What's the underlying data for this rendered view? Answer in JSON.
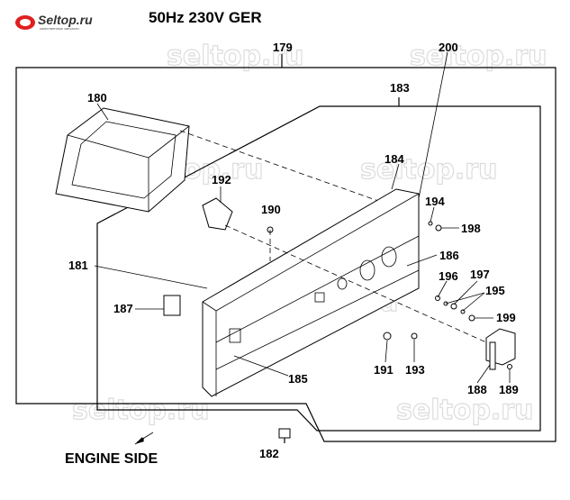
{
  "logo": {
    "text": "Seltop.ru",
    "tagline": "качественные запчасти",
    "accent": "#e02020"
  },
  "title": "50Hz  230V GER",
  "watermark": "seltop.ru",
  "footer_label": "ENGINE  SIDE",
  "part_labels": {
    "p179": "179",
    "p200": "200",
    "p180": "180",
    "p183": "183",
    "p184": "184",
    "p192": "192",
    "p190": "190",
    "p194": "194",
    "p198": "198",
    "p186": "186",
    "p181": "181",
    "p196": "196",
    "p197": "197",
    "p195": "195",
    "p187": "187",
    "p199": "199",
    "p185": "185",
    "p191": "191",
    "p193": "193",
    "p188": "188",
    "p189": "189",
    "p182": "182"
  }
}
